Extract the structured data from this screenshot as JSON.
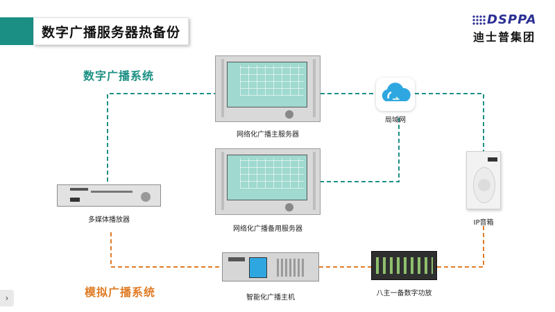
{
  "title": "数字广播服务器热备份",
  "logo": {
    "brand": "DSPPA",
    "name": "迪士普集团"
  },
  "labels": {
    "digital_system": "数字广播系统",
    "analog_system": "模拟广播系统"
  },
  "devices": {
    "main_server": "网络化广播主服务器",
    "backup_server": "网络化广播备用服务器",
    "lan": "局域网",
    "multimedia_player": "多媒体播放器",
    "ip_speaker": "IP音箱",
    "smart_host": "智能化广播主机",
    "amplifier": "八主一备数字功放"
  },
  "colors": {
    "digital_link": "#1b8f83",
    "analog_link": "#e07b24",
    "title_accent": "#1b8f83",
    "logo_blue": "#2a2f93"
  },
  "nav": {
    "next_icon": "chevron-right-icon",
    "glyph": "›"
  }
}
